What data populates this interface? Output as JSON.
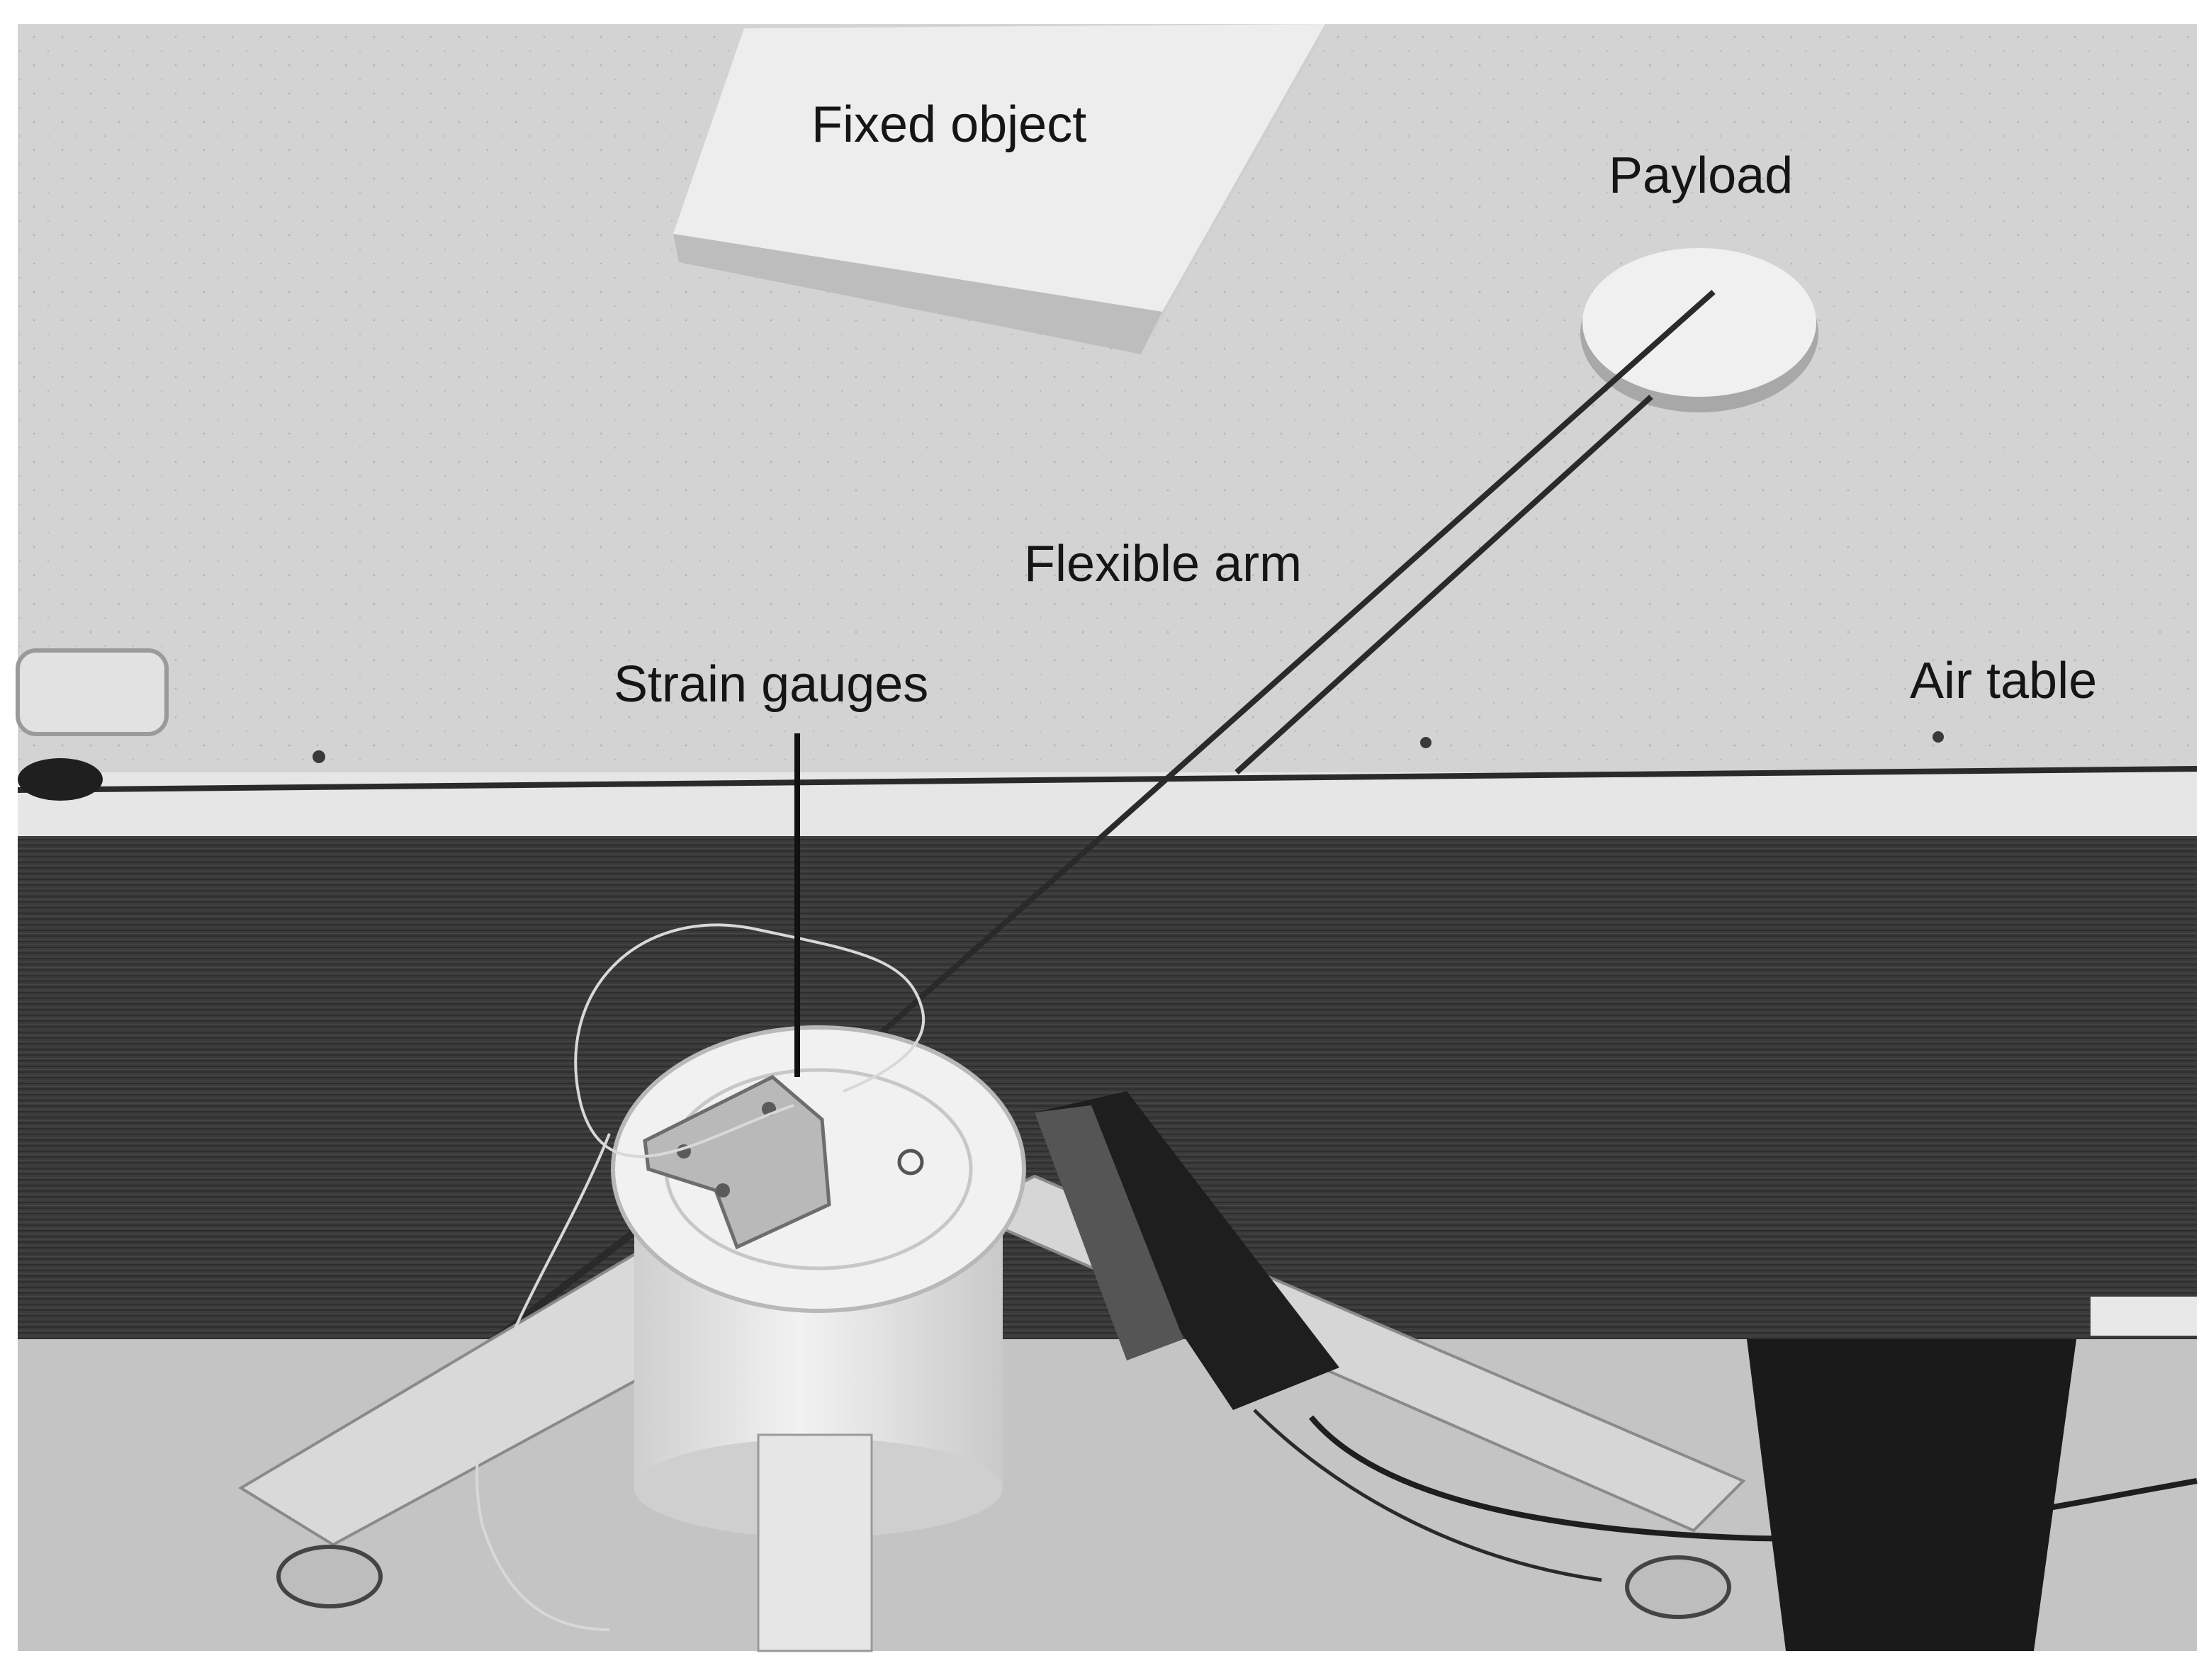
{
  "figure": {
    "labels": {
      "fixed_object": "Fixed object",
      "payload": "Payload",
      "flexible_arm": "Flexible arm",
      "strain_gauges": "Strain gauges",
      "air_table": "Air table"
    },
    "colors": {
      "air_table_surface": "#d2d2d2",
      "table_edge_strip": "#e6e6e6",
      "table_side_panel": "#3c3c3c",
      "floor": "#c4c4c4",
      "fixed_object": "#ededed",
      "payload": "#f0f0f0",
      "arm": "#2a2a2a",
      "motor_housing": "#e4e4e4",
      "label_text": "#151515"
    }
  }
}
